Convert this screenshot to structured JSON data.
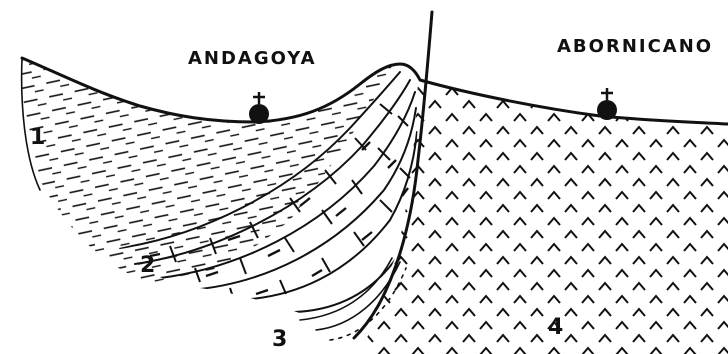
{
  "places": {
    "left": "ANDAGOYA",
    "right": "ABORNICANO"
  },
  "units": [
    "1",
    "2",
    "3",
    "4"
  ],
  "features": {
    "church_left": "church-symbol",
    "church_right": "church-symbol",
    "fault": "fault-line"
  }
}
